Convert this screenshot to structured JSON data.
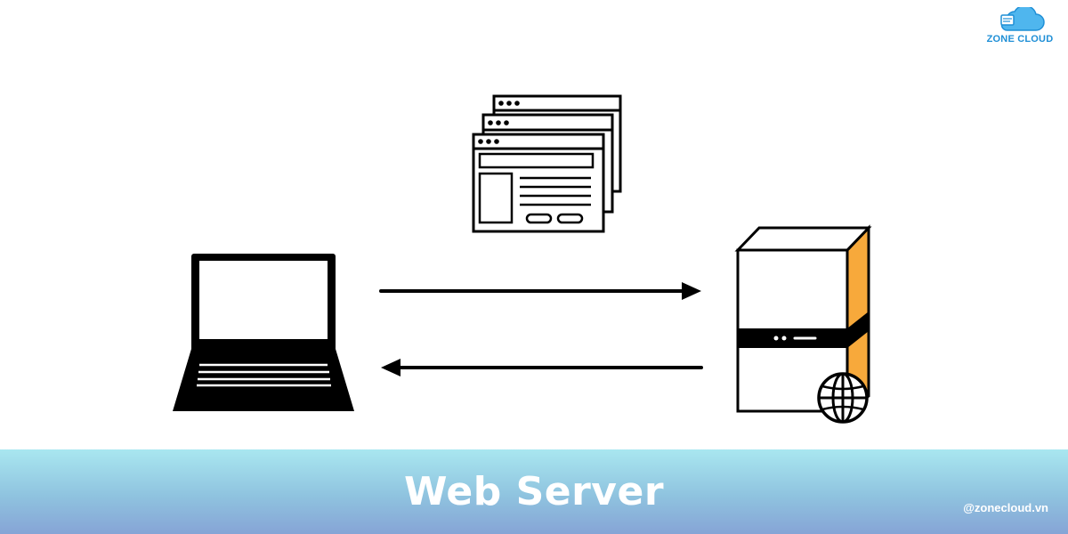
{
  "brand": {
    "logo_text": "ZONE CLOUD",
    "accent_color": "#1f8fd6"
  },
  "diagram": {
    "nodes": [
      {
        "id": "client",
        "icon": "laptop-icon"
      },
      {
        "id": "web-pages",
        "icon": "browser-windows-icon"
      },
      {
        "id": "server",
        "icon": "server-icon",
        "accent_color": "#f7a93b"
      }
    ],
    "edges": [
      {
        "from": "client",
        "to": "server",
        "direction": "right"
      },
      {
        "from": "server",
        "to": "client",
        "direction": "left"
      }
    ]
  },
  "footer": {
    "title": "Web Server",
    "handle": "@zonecloud.vn"
  }
}
